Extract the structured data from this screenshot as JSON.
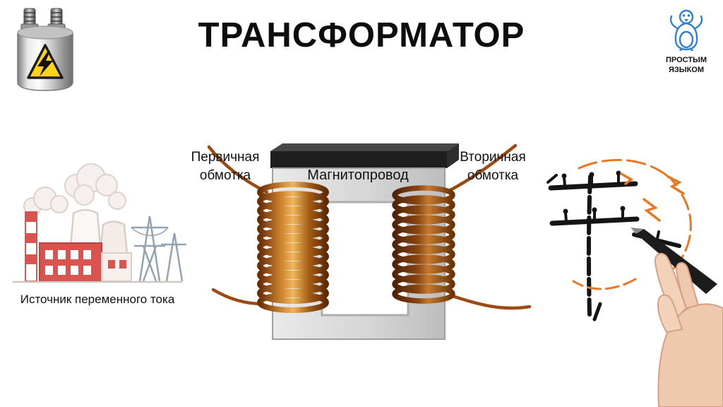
{
  "frame": {
    "title": "ТРАНСФОРМАТОР"
  },
  "logo": {
    "text": "ПРОСТЫМ ЯЗЫКОМ"
  },
  "diagram": {
    "core_label": "Магнитопровод",
    "primary_winding_label": "Первичная обмотка",
    "secondary_winding_label": "Вторичная обмотка"
  },
  "illustrations": {
    "power_plant_caption": "Источник переменного тока"
  },
  "icons": {
    "top_left": "high-voltage-transformer-icon",
    "top_right": "penguin-logo-icon",
    "left": "power-plant-illustration",
    "right": "hand-with-pen-illustration"
  },
  "colors": {
    "copper_highlight": "#f0b55a",
    "copper": "#b4651e",
    "copper_dark": "#6b2f08",
    "wire": "#9c4a14",
    "sketch_orange": "#e87722",
    "plant_red": "#d9534f",
    "core_gray": "#d9d9d9",
    "core_slab_black": "#1e1e1e",
    "penguin_blue": "#2b7fd4",
    "ink_black": "#141414",
    "warning_yellow": "#ffd21e"
  }
}
